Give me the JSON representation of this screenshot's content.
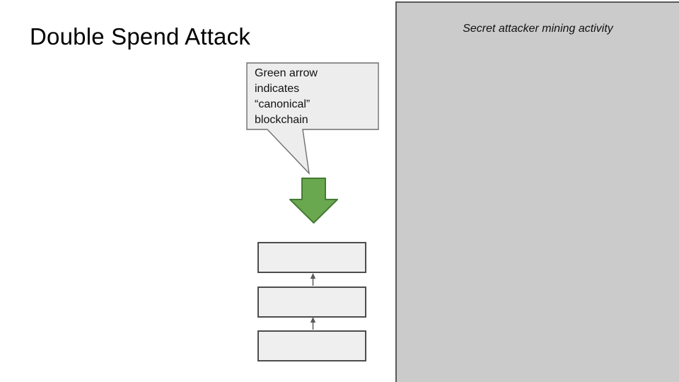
{
  "slide": {
    "title": "Double Spend Attack"
  },
  "panel": {
    "label": "Secret attacker mining activity"
  },
  "callout": {
    "lines": {
      "0": "Green arrow",
      "1": "indicates",
      "2": "“canonical”",
      "3": "blockchain"
    }
  },
  "icons": {
    "green_arrow": "green-down-block-arrow-icon",
    "connector": "up-arrow-icon"
  },
  "colors": {
    "panel-fill": "#cbcbcb",
    "panel-border": "#595959",
    "callout-fill": "#ededed",
    "callout-border": "#6e6e6e",
    "block-fill": "#efefef",
    "block-border": "#4d4d4d",
    "green-fill": "#6aa84f",
    "green-border": "#457a33",
    "connector": "#595959",
    "title-color": "#000000"
  }
}
